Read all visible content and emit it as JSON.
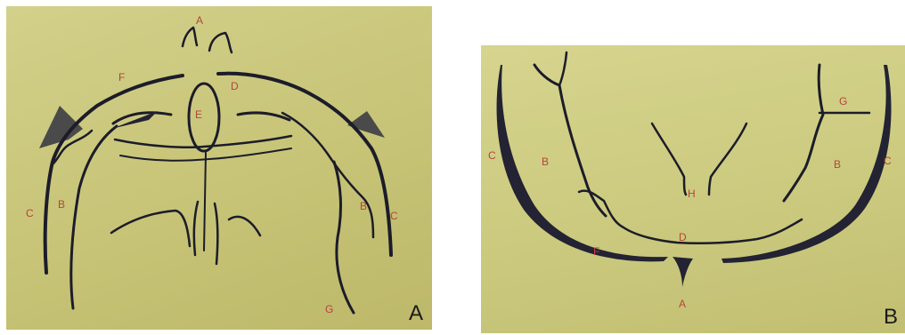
{
  "panels": {
    "a": {
      "letter": "A",
      "labels": {
        "A": "A",
        "F": "F",
        "D": "D",
        "E": "E",
        "B_left": "B",
        "C_left": "C",
        "B_right": "B",
        "C_right": "C",
        "G": "G"
      }
    },
    "b": {
      "letter": "B",
      "labels": {
        "C_left": "C",
        "B_left": "B",
        "H": "H",
        "G": "G",
        "B_right": "B",
        "C_right": "C",
        "D": "D",
        "F": "F",
        "A": "A"
      }
    }
  },
  "colors": {
    "background": "#c9c77a",
    "ink": "#1c1c2a",
    "label": "#b5443b"
  }
}
